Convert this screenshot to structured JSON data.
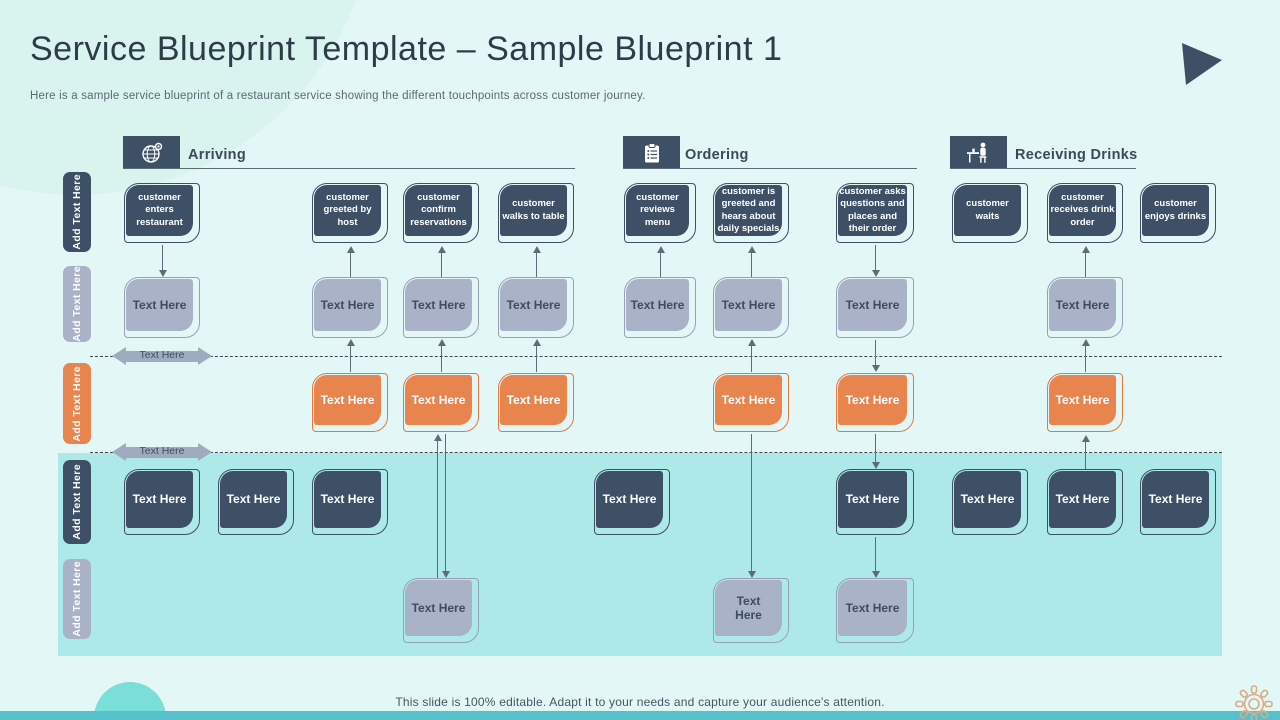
{
  "slide": {
    "title": "Service Blueprint Template – Sample Blueprint 1",
    "subtitle": "Here is a sample service blueprint of a restaurant service showing the different touchpoints across customer journey.",
    "footer": "This slide is 100% editable. Adapt it to your needs and capture your audience's attention."
  },
  "colors": {
    "background": "#e4f7f7",
    "navy": "#3d5065",
    "gray": "#a9b2c6",
    "orange": "#e8854f",
    "band_teal": "#ade9e8",
    "accent_circle": "#79dfd8",
    "bottom_bar": "#55c1ca",
    "connector": "#5f6b77"
  },
  "icons": {
    "corner_icon": "play-arrow-icon",
    "settings_icon": "gear-icon"
  },
  "sections": [
    {
      "label": "Arriving",
      "icon": "globe-pin-icon"
    },
    {
      "label": "Ordering",
      "icon": "clipboard-icon"
    },
    {
      "label": "Receiving Drinks",
      "icon": "seated-person-icon"
    }
  ],
  "lanes": [
    {
      "label": "Add Text Here",
      "variant": "navy"
    },
    {
      "label": "Add Text Here",
      "variant": "gray"
    },
    {
      "label": "Add Text Here",
      "variant": "orange"
    },
    {
      "label": "Add Text Here",
      "variant": "navy"
    },
    {
      "label": "Add Text Here",
      "variant": "gray"
    }
  ],
  "flow_labels": [
    {
      "text": "Text Here"
    },
    {
      "text": "Text Here"
    }
  ],
  "nodes": [
    {
      "row": "r1",
      "col": "a1",
      "variant": "navy",
      "text": "customer enters restaurant"
    },
    {
      "row": "r1",
      "col": "a3",
      "variant": "navy",
      "text": "customer greeted by host"
    },
    {
      "row": "r1",
      "col": "a4",
      "variant": "navy",
      "text": "customer confirm reservations"
    },
    {
      "row": "r1",
      "col": "a5",
      "variant": "navy",
      "text": "customer walks to table"
    },
    {
      "row": "r1",
      "col": "o1",
      "variant": "navy",
      "text": "customer reviews menu"
    },
    {
      "row": "r1",
      "col": "o2",
      "variant": "navy",
      "text": "customer is greeted and hears about daily specials"
    },
    {
      "row": "r1",
      "col": "o3",
      "variant": "navy",
      "text": "customer asks questions and places and their order"
    },
    {
      "row": "r1",
      "col": "rc1",
      "variant": "navy",
      "text": "customer waits"
    },
    {
      "row": "r1",
      "col": "rc2",
      "variant": "navy",
      "text": "customer receives drink order"
    },
    {
      "row": "r1",
      "col": "rc3",
      "variant": "navy",
      "text": "customer enjoys drinks"
    },
    {
      "row": "r2",
      "col": "a1",
      "variant": "gray",
      "text": "Text Here"
    },
    {
      "row": "r2",
      "col": "a3",
      "variant": "gray",
      "text": "Text Here"
    },
    {
      "row": "r2",
      "col": "a4",
      "variant": "gray",
      "text": "Text Here"
    },
    {
      "row": "r2",
      "col": "a5",
      "variant": "gray",
      "text": "Text Here"
    },
    {
      "row": "r2",
      "col": "o1",
      "variant": "gray",
      "text": "Text Here"
    },
    {
      "row": "r2",
      "col": "o2",
      "variant": "gray",
      "text": "Text Here"
    },
    {
      "row": "r2",
      "col": "o3",
      "variant": "gray",
      "text": "Text Here"
    },
    {
      "row": "r2",
      "col": "rc2",
      "variant": "gray",
      "text": "Text Here"
    },
    {
      "row": "r3",
      "col": "a3",
      "variant": "orange",
      "text": "Text Here"
    },
    {
      "row": "r3",
      "col": "a4",
      "variant": "orange",
      "text": "Text Here"
    },
    {
      "row": "r3",
      "col": "a5",
      "variant": "orange",
      "text": "Text Here"
    },
    {
      "row": "r3",
      "col": "o2",
      "variant": "orange",
      "text": "Text Here"
    },
    {
      "row": "r3",
      "col": "o3",
      "variant": "orange",
      "text": "Text Here"
    },
    {
      "row": "r3",
      "col": "rc2",
      "variant": "orange",
      "text": "Text Here"
    },
    {
      "row": "r4",
      "col": "a1",
      "variant": "navy",
      "text": "Text Here"
    },
    {
      "row": "r4",
      "col": "a2",
      "variant": "navy",
      "text": "Text Here"
    },
    {
      "row": "r4",
      "col": "a3",
      "variant": "navy",
      "text": "Text Here"
    },
    {
      "row": "r4",
      "col": "o0",
      "variant": "navy",
      "text": "Text Here"
    },
    {
      "row": "r4",
      "col": "o3",
      "variant": "navy",
      "text": "Text Here"
    },
    {
      "row": "r4",
      "col": "rc1",
      "variant": "navy",
      "text": "Text Here"
    },
    {
      "row": "r4",
      "col": "rc2",
      "variant": "navy",
      "text": "Text Here"
    },
    {
      "row": "r4",
      "col": "rc3",
      "variant": "navy",
      "text": "Text Here"
    },
    {
      "row": "r5",
      "col": "a4",
      "variant": "gray",
      "text": "Text Here"
    },
    {
      "row": "r5",
      "col": "o2",
      "variant": "gray",
      "text": "Text Here",
      "wrap": true
    },
    {
      "row": "r5",
      "col": "o3",
      "variant": "gray",
      "text": "Text Here"
    }
  ]
}
